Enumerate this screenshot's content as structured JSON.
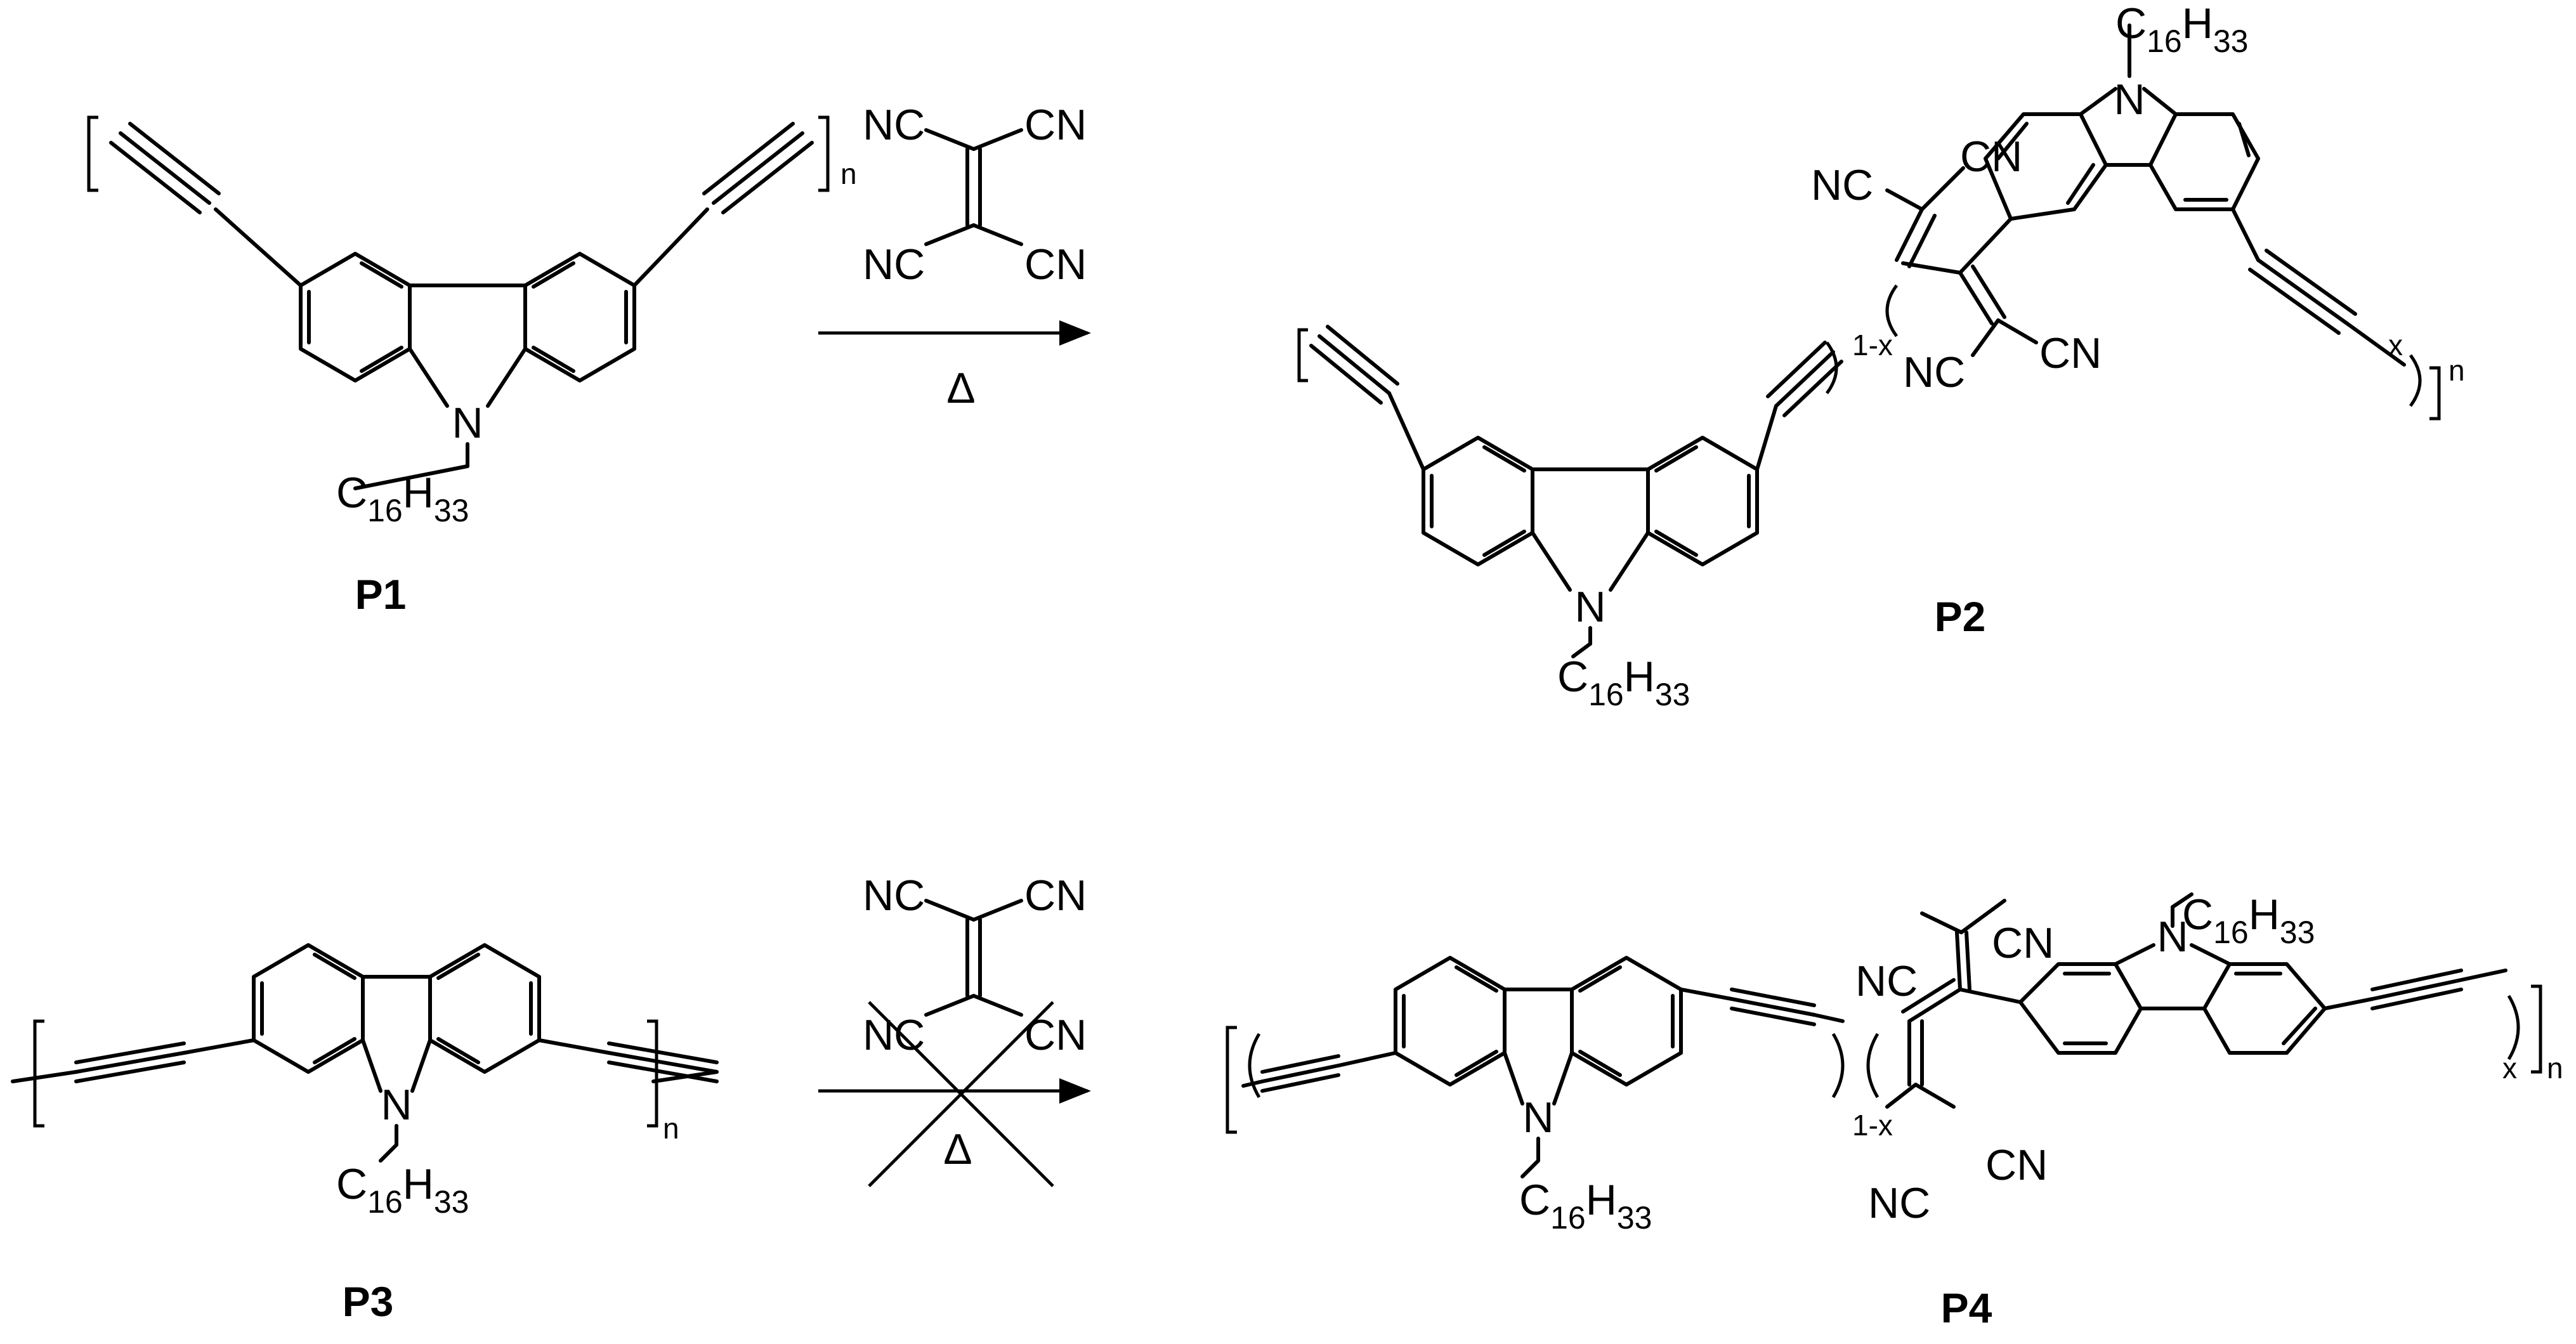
{
  "compounds": {
    "p1": {
      "label": "P1",
      "substituent": {
        "atom": "C",
        "n_c": "16",
        "h": "H",
        "n_h": "33"
      },
      "n": "n"
    },
    "p2": {
      "label": "P2",
      "substituent": {
        "atom": "C",
        "n_c": "16",
        "h": "H",
        "n_h": "33"
      },
      "n": "n",
      "one_minus_x": "1-x",
      "x": "x"
    },
    "p3": {
      "label": "P3",
      "substituent": {
        "atom": "C",
        "n_c": "16",
        "h": "H",
        "n_h": "33"
      },
      "n": "n"
    },
    "p4": {
      "label": "P4",
      "substituent": {
        "atom": "C",
        "n_c": "16",
        "h": "H",
        "n_h": "33"
      },
      "n": "n",
      "one_minus_x": "1-x",
      "x": "x"
    }
  },
  "atoms": {
    "nitrogen": "N",
    "cyano_left": "NC",
    "cyano_right": "CN"
  },
  "reactions": [
    {
      "reagent": "TCNE",
      "condition": "Δ",
      "crossed": false
    },
    {
      "reagent": "TCNE",
      "condition": "Δ",
      "crossed": true
    }
  ]
}
